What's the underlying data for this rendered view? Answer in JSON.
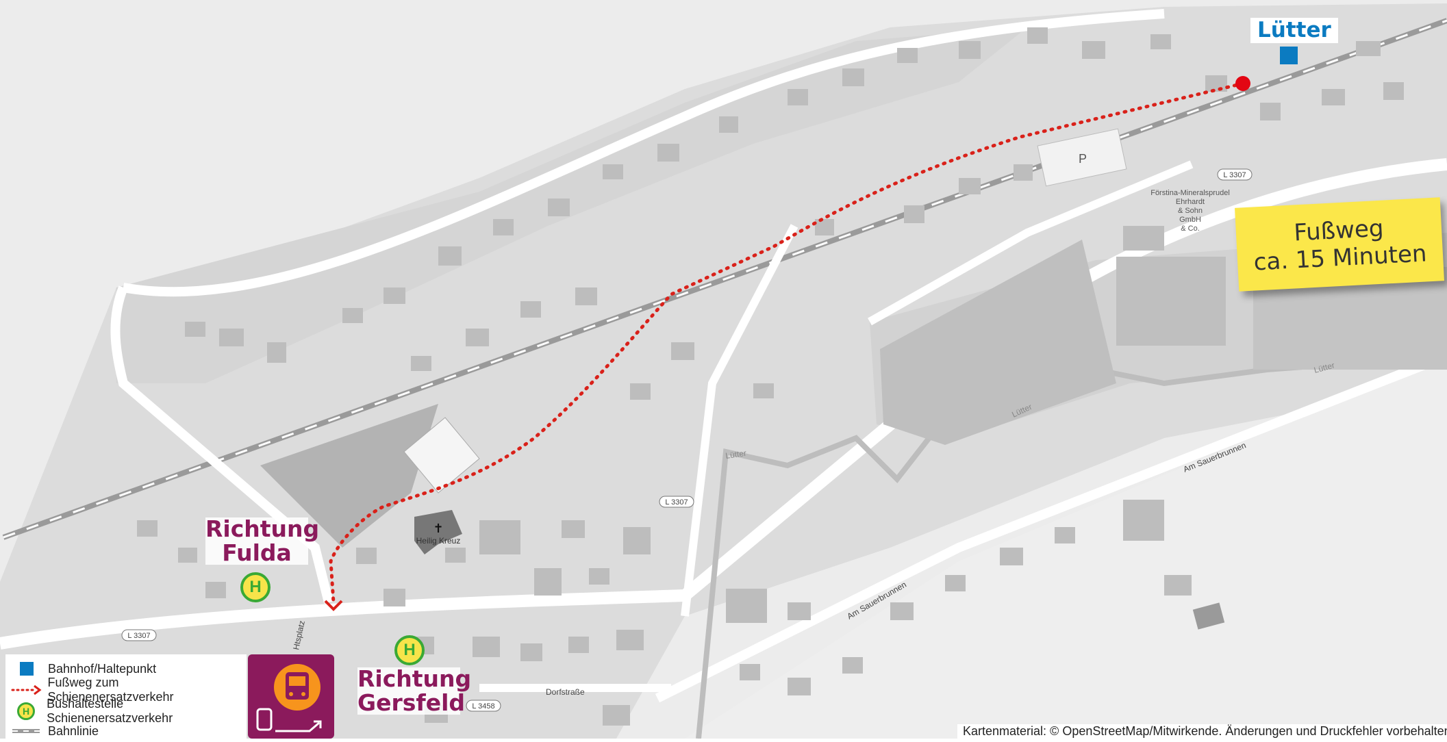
{
  "station": {
    "name": "Lütter",
    "color": "#0b7bc1"
  },
  "directions": {
    "fulda": {
      "line1": "Richtung",
      "line2": "Fulda"
    },
    "gersfeld": {
      "line1": "Richtung",
      "line2": "Gersfeld"
    }
  },
  "walk_note": {
    "line1": "Fußweg",
    "line2": "ca. 15 Minuten"
  },
  "map_labels": {
    "road_l3307": "L 3307",
    "road_l3458": "L 3458",
    "parking": "P",
    "church": "Heilig Kreuz",
    "company": [
      "Förstina-Mineralsprudel",
      "Ehrhardt",
      "& Sohn",
      "GmbH",
      "& Co."
    ],
    "stream": "Lütter",
    "street_sauerbrunnen": "Am Sauerbrunnen",
    "street_dorf": "Dorfstraße",
    "street_hts": "Htsplatz"
  },
  "legend": {
    "station": "Bahnhof/Haltepunkt",
    "walkway": "Fußweg zum Schienenersatzverkehr",
    "busstop": "Bushaltestelle Schienenersatzverkehr",
    "railway": "Bahnlinie"
  },
  "bus_stop_letter": "H",
  "copyright": "Kartenmaterial: © OpenStreetMap/Mitwirkende. Änderungen und Druckfehler vorbehalten",
  "colors": {
    "route": "#d9211a",
    "direction_text": "#8b1a5c",
    "busstop_ring": "#3aa935",
    "busstop_fill": "#f7e44a",
    "sticky_note": "#fbe74a",
    "sev_box": "#8b1a5c",
    "sev_circle": "#f7941d"
  }
}
